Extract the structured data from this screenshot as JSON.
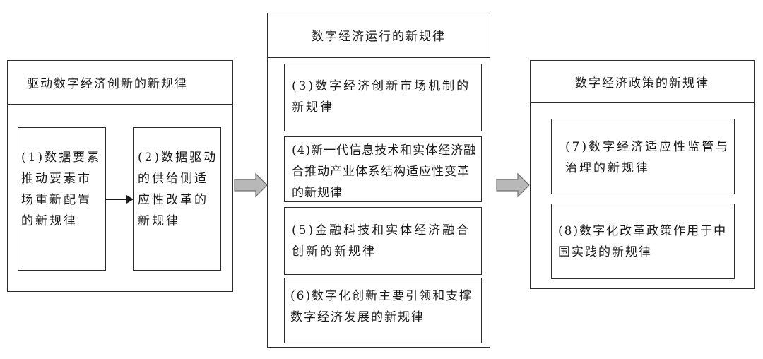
{
  "left_group": {
    "title": "驱动数字经济创新的新规律",
    "item1": "(1)数据要素推动要素市场重新配置的新规律",
    "item2": "(2)数据驱动的供给侧适应性改革的新规律"
  },
  "middle_group": {
    "title": "数字经济运行的新规律",
    "item3": "(3)数字经济创新市场机制的新规律",
    "item4": "(4)新一代信息技术和实体经济融合推动产业体系结构适应性变革的新规律",
    "item5": "(5)金融科技和实体经济融合创新的新规律",
    "item6": "(6)数字化创新主要引领和支撑数字经济发展的新规律"
  },
  "right_group": {
    "title": "数字经济政策的新规律",
    "item7": "(7)数字经济适应性监管与治理的新规律",
    "item8": "(8)数字化改革政策作用于中国实践的新规律"
  },
  "colors": {
    "stroke": "#2b2b2b",
    "arrow_fill": "#b8b8b8",
    "arrow_stroke": "#6e6e6e"
  }
}
